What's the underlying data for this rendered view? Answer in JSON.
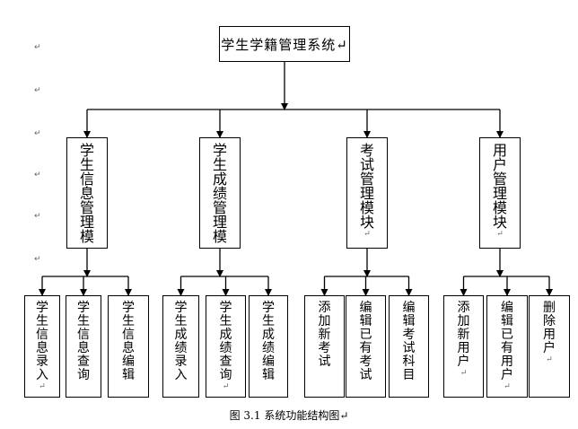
{
  "root": {
    "label": "学生学籍管理系统↵"
  },
  "modules": [
    {
      "label": "学生信息管理模",
      "children": [
        "学生信息录入↵",
        "学生信息查询",
        "学生信息编辑"
      ]
    },
    {
      "label": "学生成绩管理模",
      "children": [
        "学生成绩录入",
        "学生成绩查询↵",
        "学生成绩编辑"
      ]
    },
    {
      "label": "考试管理模块↵",
      "children": [
        "添加新考试",
        "编辑已有考试",
        "编辑考试科目"
      ]
    },
    {
      "label": "用户管理模块↵",
      "children": [
        "添加新用户↵",
        "编辑已有用户↵",
        "删除用户↵"
      ]
    }
  ],
  "paragraph_marks": [
    "↵",
    "↵",
    "↵",
    "↵",
    "↵",
    "↵"
  ],
  "caption": "图 3.1  系统功能结构图↵"
}
